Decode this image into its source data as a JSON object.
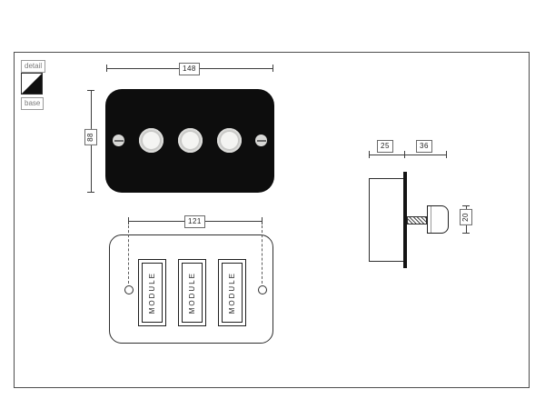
{
  "legend": {
    "detail": "detail",
    "base": "base"
  },
  "front_view": {
    "width": "148",
    "height": "88"
  },
  "base_view": {
    "hole_spacing": "121",
    "modules": [
      {
        "label": "MODULE"
      },
      {
        "label": "MODULE"
      },
      {
        "label": "MODULE"
      }
    ]
  },
  "side_view": {
    "recess_depth": "25",
    "projection": "36",
    "knob_height": "20"
  },
  "colors": {
    "line": "#3c3c3c",
    "plate_fill": "#0d0d0d",
    "background": "#ffffff"
  }
}
